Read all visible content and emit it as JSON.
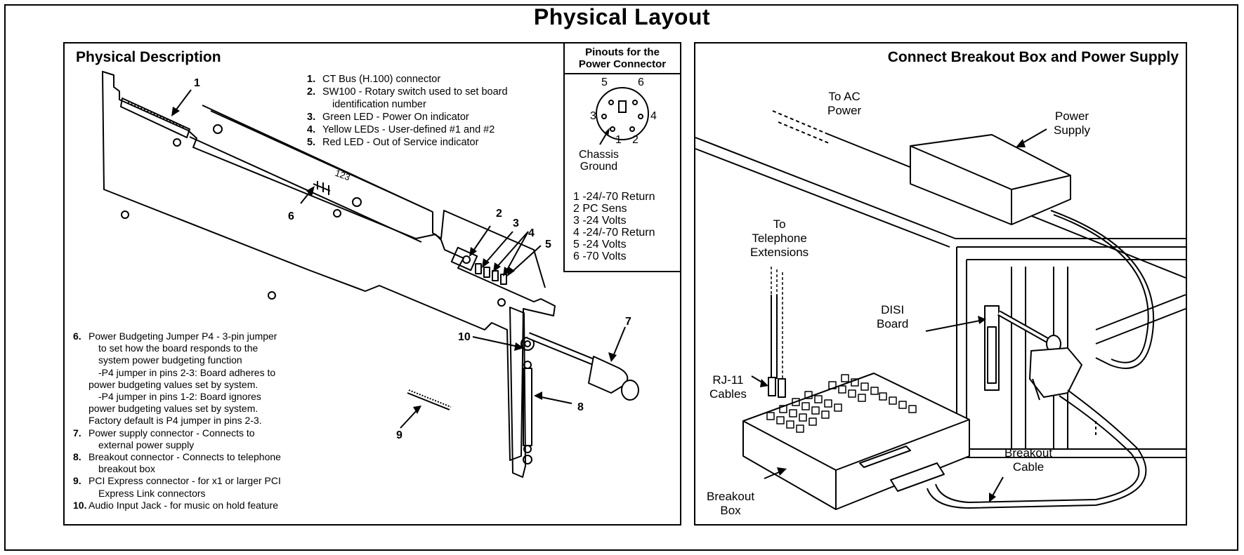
{
  "page_title": "Physical Layout",
  "left_panel": {
    "title": "Physical Description",
    "pinouts": {
      "title_line1": "Pinouts for the",
      "title_line2": "Power Connector",
      "chassis_line1": "Chassis",
      "chassis_line2": "Ground",
      "pin_numbers": [
        "5",
        "6",
        "3",
        "4",
        "1",
        "2"
      ],
      "pins": [
        "1  -24/-70 Return",
        "2  PC Sens",
        "3  -24 Volts",
        "4  -24/-70 Return",
        "5  -24 Volts",
        "6  -70 Volts"
      ]
    },
    "items_top": [
      {
        "num": "1.",
        "text": "CT Bus (H.100) connector"
      },
      {
        "num": "2.",
        "text": "SW100 - Rotary switch used to set board",
        "cont": "identification number"
      },
      {
        "num": "3.",
        "text": "Green LED - Power On indicator"
      },
      {
        "num": "4.",
        "text": "Yellow LEDs - User-defined #1 and #2"
      },
      {
        "num": "5.",
        "text": "Red LED - Out of Service indicator"
      }
    ],
    "items_bottom": [
      {
        "num": "6.",
        "text": "Power Budgeting Jumper P4 - 3-pin jumper",
        "cont1": "to set how the board responds to the",
        "cont2": "system power budgeting function",
        "cont3": "-P4 jumper in pins 2-3: Board adheres to",
        "cont4": "power budgeting values set by system.",
        "cont5": "-P4 jumper in pins 1-2: Board ignores",
        "cont6": "power budgeting values set by system.",
        "cont7": "Factory default is P4 jumper in pins 2-3."
      },
      {
        "num": "7.",
        "text": "Power supply connector - Connects to",
        "cont": "external power supply"
      },
      {
        "num": "8.",
        "text": "Breakout connector - Connects to telephone",
        "cont": "breakout box"
      },
      {
        "num": "9.",
        "text": "PCI Express connector - for x1 or larger PCI",
        "cont": "Express Link connectors"
      },
      {
        "num": "10.",
        "text": "Audio Input Jack - for music on hold feature"
      }
    ],
    "callouts": [
      "1",
      "2",
      "3",
      "4",
      "5",
      "6",
      "7",
      "8",
      "9",
      "10"
    ],
    "jumper_label": "123"
  },
  "right_panel": {
    "title": "Connect Breakout Box and Power Supply",
    "to_ac_line1": "To AC",
    "to_ac_line2": "Power",
    "power_supply_line1": "Power",
    "power_supply_line2": "Supply",
    "to_tel_line1": "To",
    "to_tel_line2": "Telephone",
    "to_tel_line3": "Extensions",
    "disi_line1": "DISI",
    "disi_line2": "Board",
    "rj11_line1": "RJ-11",
    "rj11_line2": "Cables",
    "breakout_cable_line1": "Breakout",
    "breakout_cable_line2": "Cable",
    "breakout_box_line1": "Breakout",
    "breakout_box_line2": "Box"
  }
}
